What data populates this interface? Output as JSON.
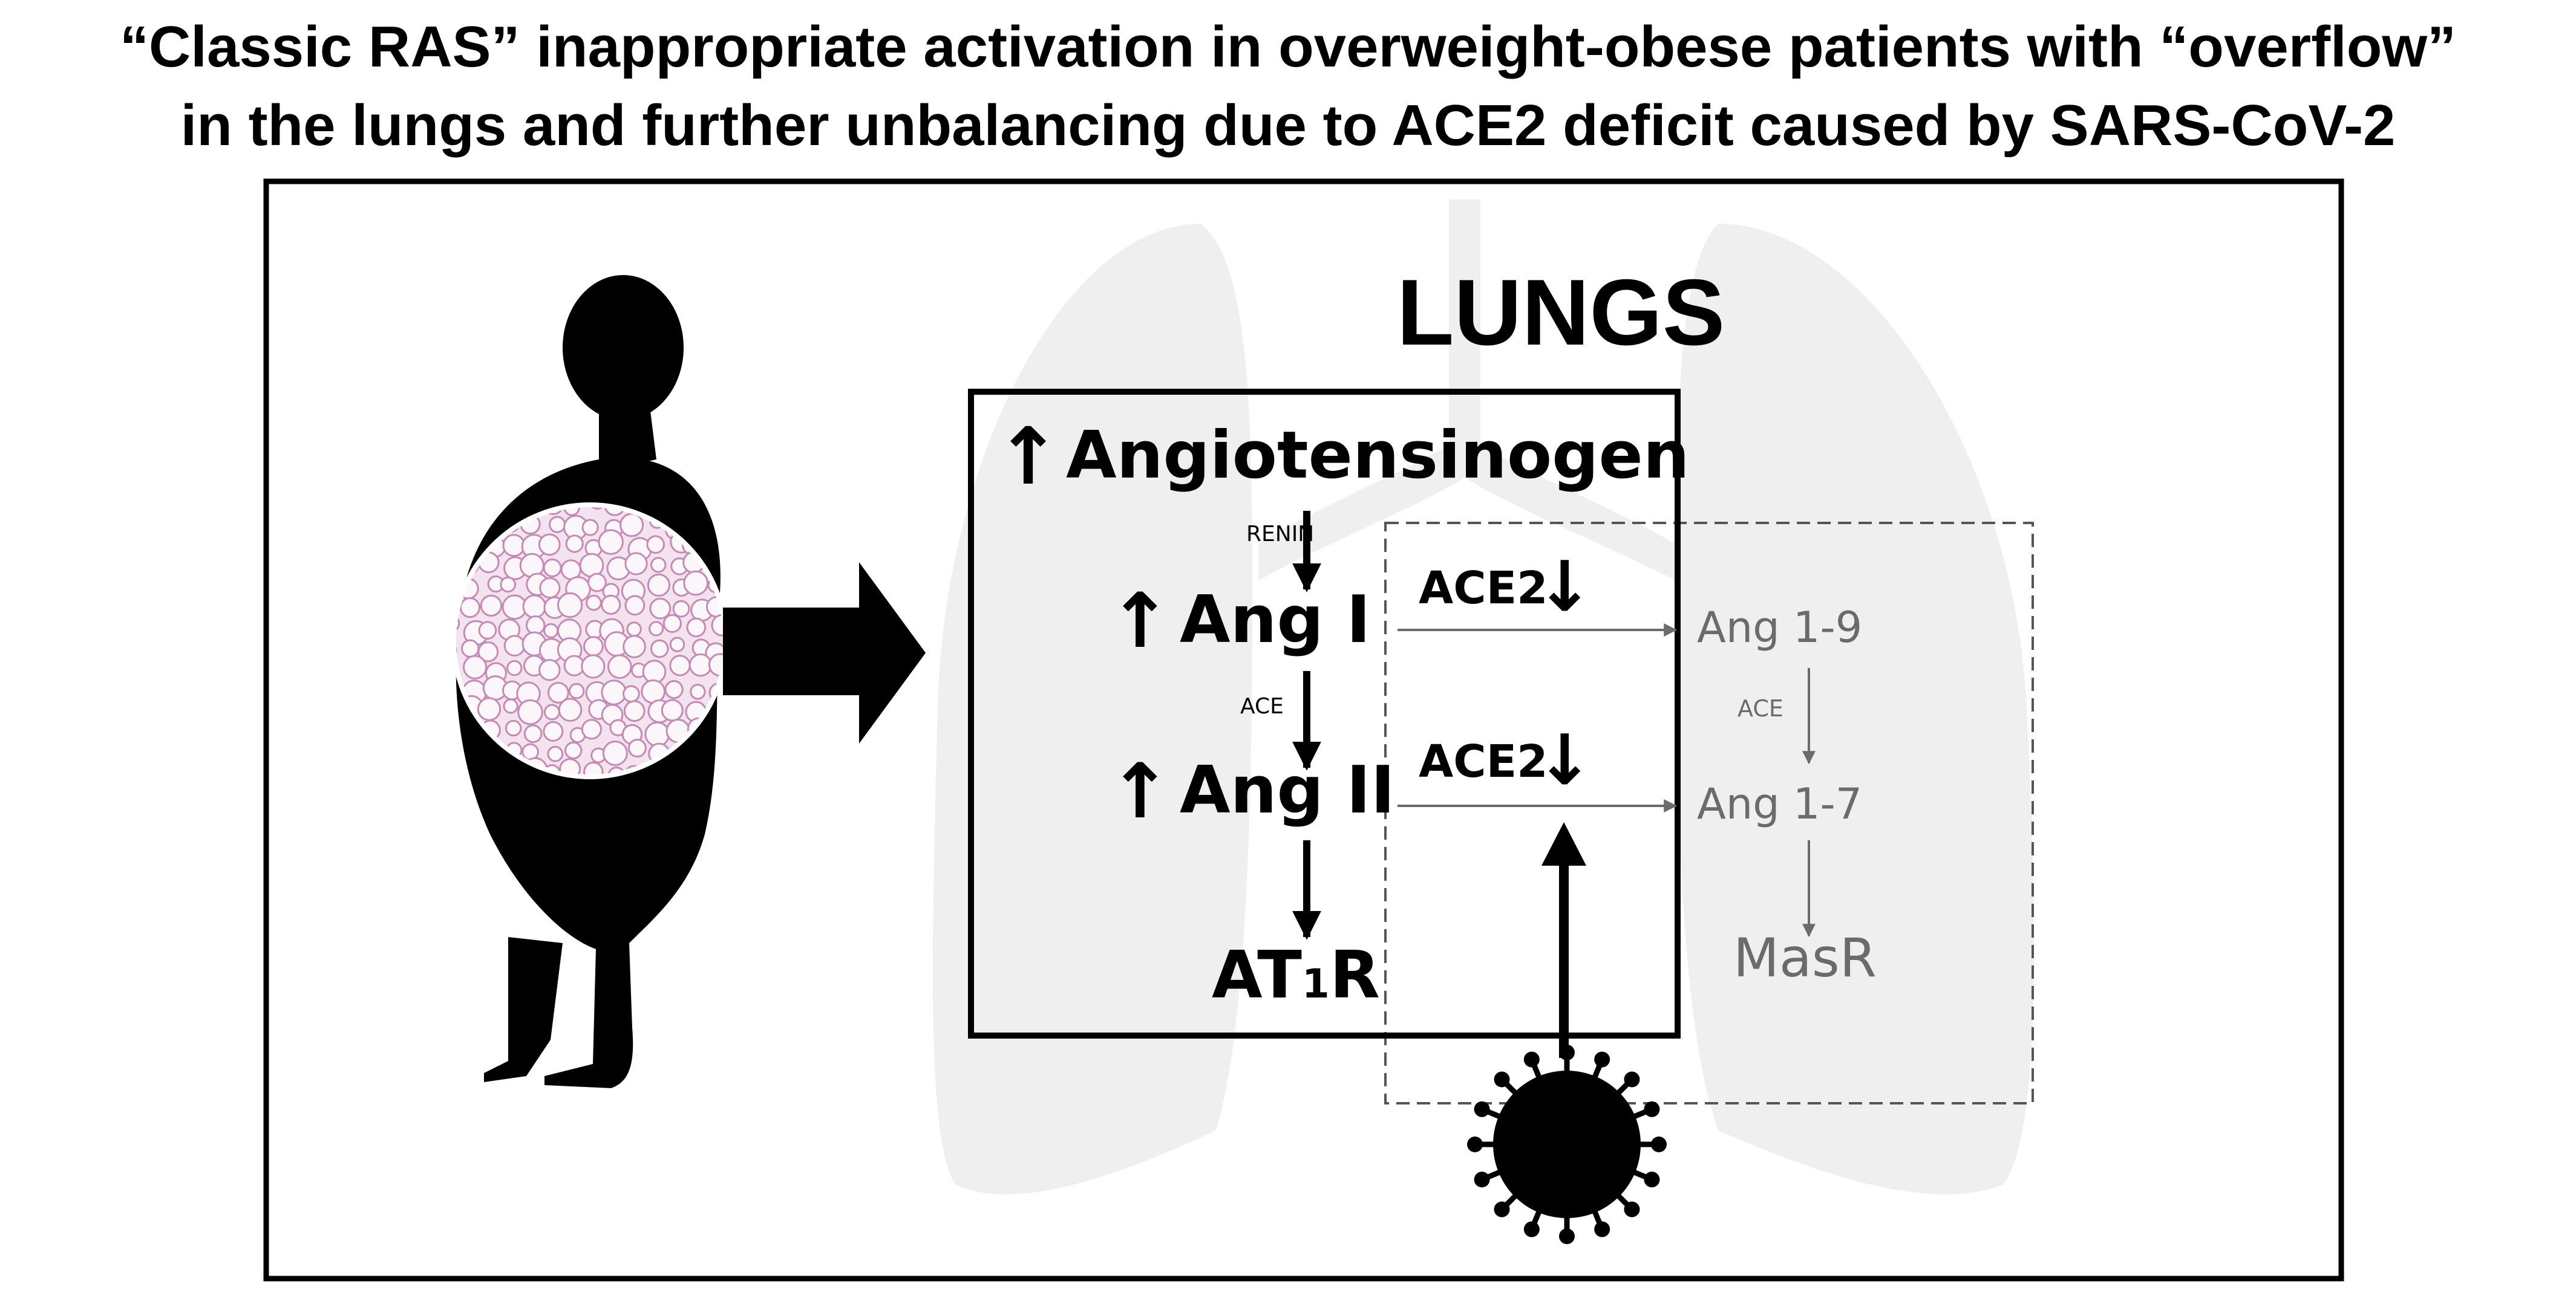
{
  "title": {
    "line1": "“Classic RAS” inappropriate activation in overweight-obese patients with “overflow”",
    "line2": "in the lungs and further unbalancing due to ACE2 deficit caused by SARS-CoV-2"
  },
  "lungs_label": "LUNGS",
  "pathway": {
    "up_arrow": "↑",
    "down_arrow": "↓",
    "angiotensinogen": "Angiotensinogen",
    "renin": "RENIN",
    "ang1": "Ang I",
    "ace": "ACE",
    "ang2": "Ang II",
    "at1r_main": "AT",
    "at1r_sub": "1",
    "at1r_end": "R"
  },
  "ace2_branch": {
    "ace2_upper": "ACE2",
    "ace2_lower": "ACE2",
    "ang19": "Ang 1-9",
    "ace": "ACE",
    "ang17": "Ang 1-7",
    "masr": "MasR"
  },
  "colors": {
    "main": "#000000",
    "secondary": "#6b6b6b",
    "lungs_fill": "#efefef",
    "tissue_bg": "#f3e3ee",
    "tissue_cell": "#c58ab6"
  },
  "icons": {
    "person": "obese-person-silhouette-icon",
    "tissue": "adipose-tissue-histology-icon",
    "lungs": "lungs-silhouette-icon",
    "virus": "sars-cov-2-virus-icon"
  }
}
